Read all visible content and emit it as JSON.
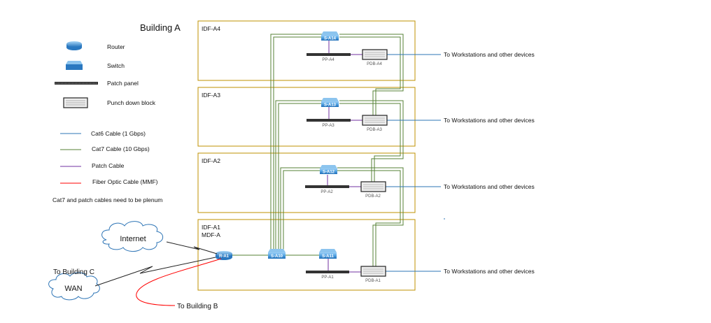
{
  "title": "Building A",
  "legend": {
    "devices": [
      {
        "icon": "router-icon",
        "label": "Router"
      },
      {
        "icon": "switch-icon",
        "label": "Switch"
      },
      {
        "icon": "patch-panel-icon",
        "label": "Patch panel"
      },
      {
        "icon": "punch-down-block-icon",
        "label": "Punch down block"
      }
    ],
    "cables": [
      {
        "label": "Cat6 Cable (1 Gbps)",
        "color": "#2e75b6"
      },
      {
        "label": "Cat7 Cable (10 Gbps)",
        "color": "#548235"
      },
      {
        "label": "Patch Cable",
        "color": "#7030a0"
      },
      {
        "label": "Fiber Optic Cable (MMF)",
        "color": "#ff0000"
      }
    ],
    "note": "Cat7 and patch cables need to be plenum"
  },
  "floors": [
    {
      "name": "IDF-A4",
      "switch": "S-A14",
      "patch_panel": "PP-A4",
      "pdb": "PDB-A4",
      "dest": "To Workstations and other devices"
    },
    {
      "name": "IDF-A3",
      "switch": "S-A13",
      "patch_panel": "PP-A3",
      "pdb": "PDB-A3",
      "dest": "To Workstations and other devices"
    },
    {
      "name": "IDF-A2",
      "switch": "S-A12",
      "patch_panel": "PP-A2",
      "pdb": "PDB-A2",
      "dest": "To Workstations and other devices"
    },
    {
      "name": "IDF-A1",
      "subname": "MDF-A",
      "router": "R-A1",
      "core_switch": "S-A10",
      "switch": "S-A11",
      "patch_panel": "PP-A1",
      "pdb": "PDB-A1",
      "dest": "To Workstations and other devices"
    }
  ],
  "external": {
    "internet": "Internet",
    "wan": "WAN",
    "building_c": "To Building C",
    "building_b": "To Building B"
  },
  "colors": {
    "frame": "#bf9000",
    "cat6": "#2e75b6",
    "cat7": "#548235",
    "patch": "#7030a0",
    "fiber": "#ff0000",
    "device": "#2e7dc4"
  }
}
